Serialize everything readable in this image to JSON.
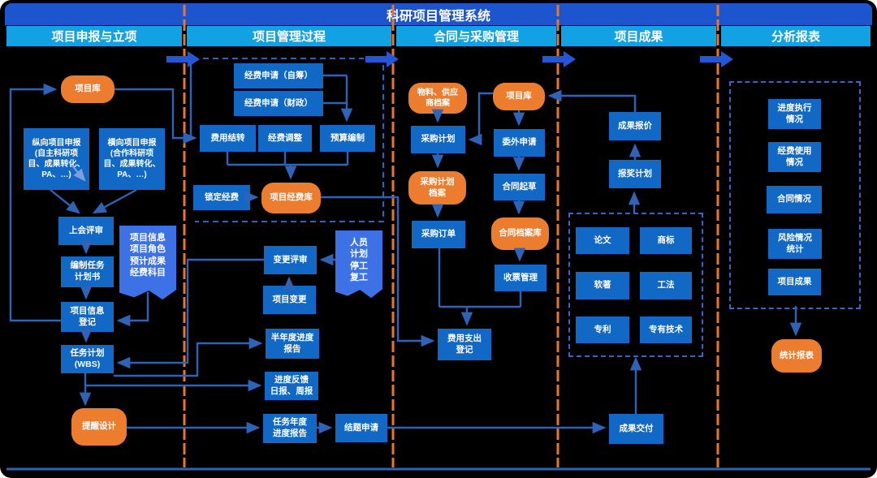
{
  "title": "科研项目管理系统",
  "lanes": [
    {
      "label": "项目申报与立项"
    },
    {
      "label": "项目管理过程"
    },
    {
      "label": "合同与采购管理"
    },
    {
      "label": "项目成果"
    },
    {
      "label": "分析报表"
    }
  ],
  "nodes": {
    "xmk1": {
      "label": "项目库",
      "type": "datastore"
    },
    "zongxiang": {
      "label": "纵向项目申报\n(自主科研项\n目、成果转化、\nPA、…)",
      "type": "process"
    },
    "hengxiang": {
      "label": "横向项目申报\n(合作科研项\n目、成果转化、\nPA、…)",
      "type": "process"
    },
    "shanghui": {
      "label": "上会评审",
      "type": "process"
    },
    "bianzhi": {
      "label": "编制任务\n计划书",
      "type": "process"
    },
    "dengji": {
      "label": "项目信息\n登记",
      "type": "process"
    },
    "doc_xiangmu": {
      "label": "项目信息\n项目角色\n预计成果\n经费科目",
      "type": "document"
    },
    "wbs": {
      "label": "任务计划\n(WBS)",
      "type": "process"
    },
    "tixing": {
      "label": "提醒设计",
      "type": "datastore"
    },
    "zichou": {
      "label": "经费申请（自筹）",
      "type": "process"
    },
    "caizheng": {
      "label": "经费申请（财政）",
      "type": "process"
    },
    "jiezhuan": {
      "label": "费用结转",
      "type": "process"
    },
    "tiaozheng": {
      "label": "经费调整",
      "type": "process"
    },
    "yusuan": {
      "label": "预算编制",
      "type": "process"
    },
    "suoding": {
      "label": "锁定经费",
      "type": "process"
    },
    "jingfeiku": {
      "label": "项目经费库",
      "type": "datastore"
    },
    "doc_renyuan": {
      "label": "人员\n计划\n停工\n复工",
      "type": "document"
    },
    "biangeng_ps": {
      "label": "变更评审",
      "type": "process"
    },
    "xm_biangeng": {
      "label": "项目变更",
      "type": "process"
    },
    "banniandu": {
      "label": "半年度进度\n报告",
      "type": "process"
    },
    "jindu_fk": {
      "label": "进度反馈\n日报、周报",
      "type": "process"
    },
    "renwu_nd": {
      "label": "任务年度\n进度报告",
      "type": "process"
    },
    "jieti": {
      "label": "结题申请",
      "type": "process"
    },
    "wuliao": {
      "label": "物料、供应\n商档案",
      "type": "datastore"
    },
    "xmk3": {
      "label": "项目库",
      "type": "datastore"
    },
    "cgjh": {
      "label": "采购计划",
      "type": "process"
    },
    "weiwai": {
      "label": "委外申请",
      "type": "process"
    },
    "cgjh_da": {
      "label": "采购计划\n档案",
      "type": "datastore"
    },
    "htqc": {
      "label": "合同起草",
      "type": "process"
    },
    "cgdd": {
      "label": "采购订单",
      "type": "process"
    },
    "htdak": {
      "label": "合同档案库",
      "type": "datastore"
    },
    "shoupiao": {
      "label": "收票管理",
      "type": "process"
    },
    "fyzc": {
      "label": "费用支出\n登记",
      "type": "process"
    },
    "cgbj": {
      "label": "成果报价",
      "type": "process"
    },
    "bjjh": {
      "label": "报奖计划",
      "type": "process"
    },
    "lunwen": {
      "label": "论文",
      "type": "process"
    },
    "shangbiao": {
      "label": "商标",
      "type": "process"
    },
    "ruanzhu": {
      "label": "软著",
      "type": "process"
    },
    "gongfa": {
      "label": "工法",
      "type": "process"
    },
    "zhuanli": {
      "label": "专利",
      "type": "process"
    },
    "zhuanyou": {
      "label": "专有技术",
      "type": "process"
    },
    "cgjf": {
      "label": "成果交付",
      "type": "process"
    },
    "jdzx": {
      "label": "进度执行\n情况",
      "type": "process"
    },
    "jfsy": {
      "label": "经费使用\n情况",
      "type": "process"
    },
    "htqk": {
      "label": "合同情况",
      "type": "process"
    },
    "fxqk": {
      "label": "风险情况\n统计",
      "type": "process"
    },
    "xmcg": {
      "label": "项目成果",
      "type": "process"
    },
    "tjbb": {
      "label": "统计报表",
      "type": "datastore"
    }
  },
  "colors": {
    "title_bar": "#1d55cf",
    "lane_header": "#12a2e3",
    "node_blue": "#1168c5",
    "node_orange": "#ec7d2f",
    "doc_blue": "#3d72e6",
    "connector": "#2e63b8",
    "divider": "#e8762a"
  }
}
